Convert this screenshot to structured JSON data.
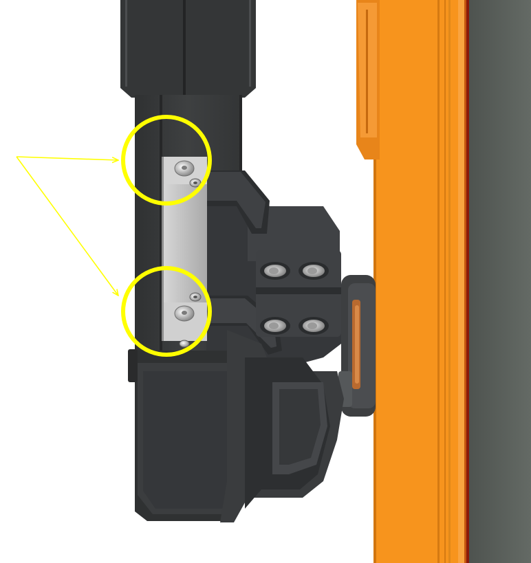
{
  "colors": {
    "background": "#ffffff",
    "frame_orange": "#f7941d",
    "frame_orange_dark": "#c4640a",
    "frame_red_line": "#8a1a0a",
    "wall_gray": "#5b615c",
    "body_dark": "#3a3c3d",
    "body_darker": "#2a2b2c",
    "body_mid": "#4a4c4e",
    "bracket_plate": "#c8c8c8",
    "screw_light": "#e6e6e6",
    "callout_yellow": "#ffff00",
    "bearing_copper": "#b96a2f"
  },
  "callouts": {
    "count": 2,
    "shape": "circle",
    "pointer": "arrow"
  },
  "icons": {
    "screw": "screw-head-icon",
    "arrow": "arrow-icon"
  }
}
